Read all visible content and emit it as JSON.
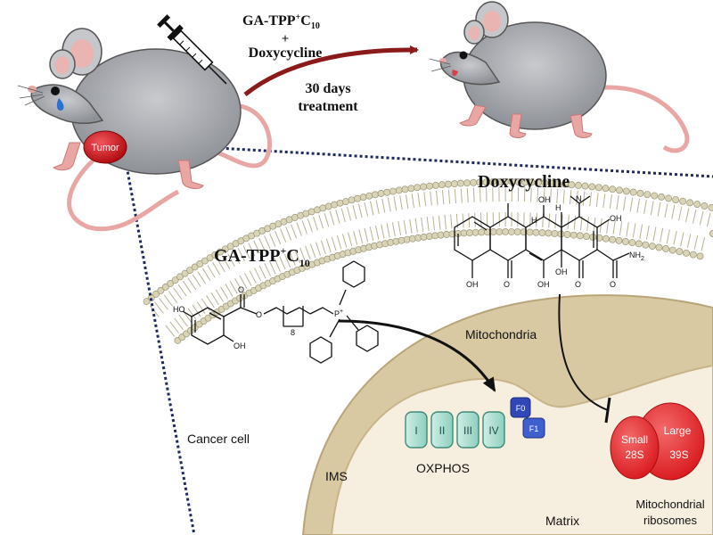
{
  "treatment": {
    "drug1": "GA-TPP",
    "drug1_sup": "+",
    "drug1_c": "C",
    "drug1_sub": "10",
    "plus": "+",
    "drug2": "Doxycycline",
    "duration_line1": "30 days",
    "duration_line2": "treatment"
  },
  "mouse_left": {
    "tumor_label": "Tumor"
  },
  "structures": {
    "doxy_title": "Doxycycline",
    "gatpp_title": "GA-TPP",
    "gatpp_sup": "+",
    "gatpp_c": "C",
    "gatpp_sub": "10",
    "subscript_8": "8",
    "p_label": "P",
    "p_charge": "+",
    "oh": "OH",
    "ho": "HO",
    "o": "O",
    "n": "N",
    "h": "H",
    "nh2": "NH",
    "nh2_sub": "2"
  },
  "cell": {
    "cancer_cell": "Cancer cell",
    "mitochondria": "Mitochondria",
    "ims": "IMS",
    "matrix": "Matrix",
    "oxphos": "OXPHOS",
    "complexes": [
      "I",
      "II",
      "III",
      "IV"
    ],
    "f0": "F0",
    "f1": "F1",
    "ribosome_small": "Small",
    "ribosome_small_s": "28S",
    "ribosome_large": "Large",
    "ribosome_large_s": "39S",
    "ribosomes_line1": "Mitochondrial",
    "ribosomes_line2": "ribosomes"
  },
  "colors": {
    "mouse_body": "#a9acb2",
    "tumor": "#d3121b",
    "arrow": "#8b1a1a",
    "dotted_line": "#1f2a5c",
    "membrane": "#cfcab0",
    "mito_outer": "#d8c9a2",
    "mito_inner": "#f6eedf",
    "complex_fill": "#a9ddd0",
    "atp_synthase": "#3147b8",
    "ribosome": "#e42c2f"
  }
}
